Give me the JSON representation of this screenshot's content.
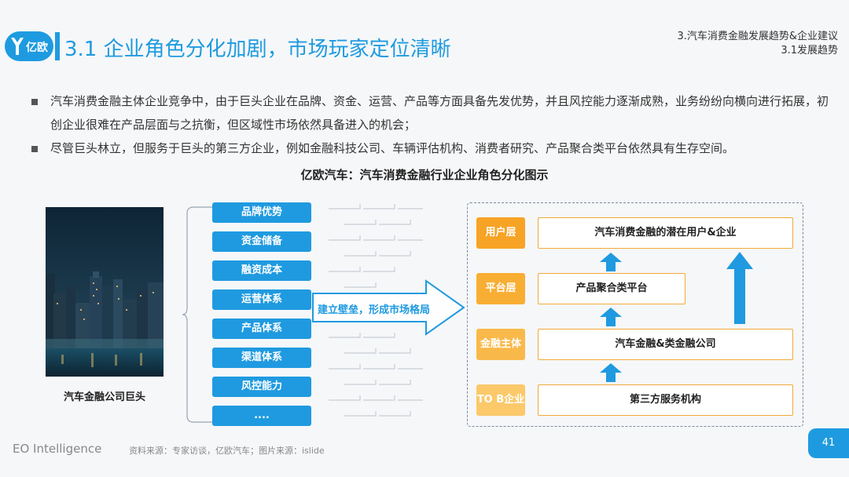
{
  "header": {
    "logo_text": "亿欧",
    "title": "3.1 企业角色分化加剧，市场玩家定位清晰",
    "chapter_line1": "3.汽车消费金融发展趋势&企业建议",
    "chapter_line2": "3.1发展趋势"
  },
  "bullets": [
    "汽车消费金融主体企业竞争中，由于巨头企业在品牌、资金、运营、产品等方面具备先发优势，并且风控能力逐渐成熟，业务纷纷向横向进行拓展，初创企业很难在产品层面与之抗衡，但区域性市场依然具备进入的机会；",
    "尽管巨头林立，但服务于巨头的第三方企业，例如金融科技公司、车辆评估机构、消费者研究、产品聚合类平台依然具有生存空间。"
  ],
  "figure": {
    "title": "亿欧汽车：汽车消费金融行业企业角色分化图示",
    "photo_caption": "汽车金融公司巨头",
    "advantages": [
      "品牌优势",
      "资金储备",
      "融资成本",
      "运营体系",
      "产品体系",
      "渠道体系",
      "风控能力",
      "...."
    ],
    "arrow_label": "建立壁垒，形成市场格局",
    "layers": [
      "用户层",
      "平台层",
      "金融主体",
      "TO B企业"
    ],
    "boxes": [
      "汽车消费金融的潜在用户&企业",
      "产品聚合类平台",
      "汽车金融&类金融公司",
      "第三方服务机构"
    ],
    "colors": {
      "primary_blue": "#1e9be0",
      "orange": "#f7a325",
      "orange_light": "#f9b94a",
      "orange_pale": "#fbc96a"
    }
  },
  "footer": {
    "brand": "EO Intelligence",
    "source": "资料来源：专家访谈，亿欧汽车；图片来源：islide",
    "page_number": "41"
  }
}
